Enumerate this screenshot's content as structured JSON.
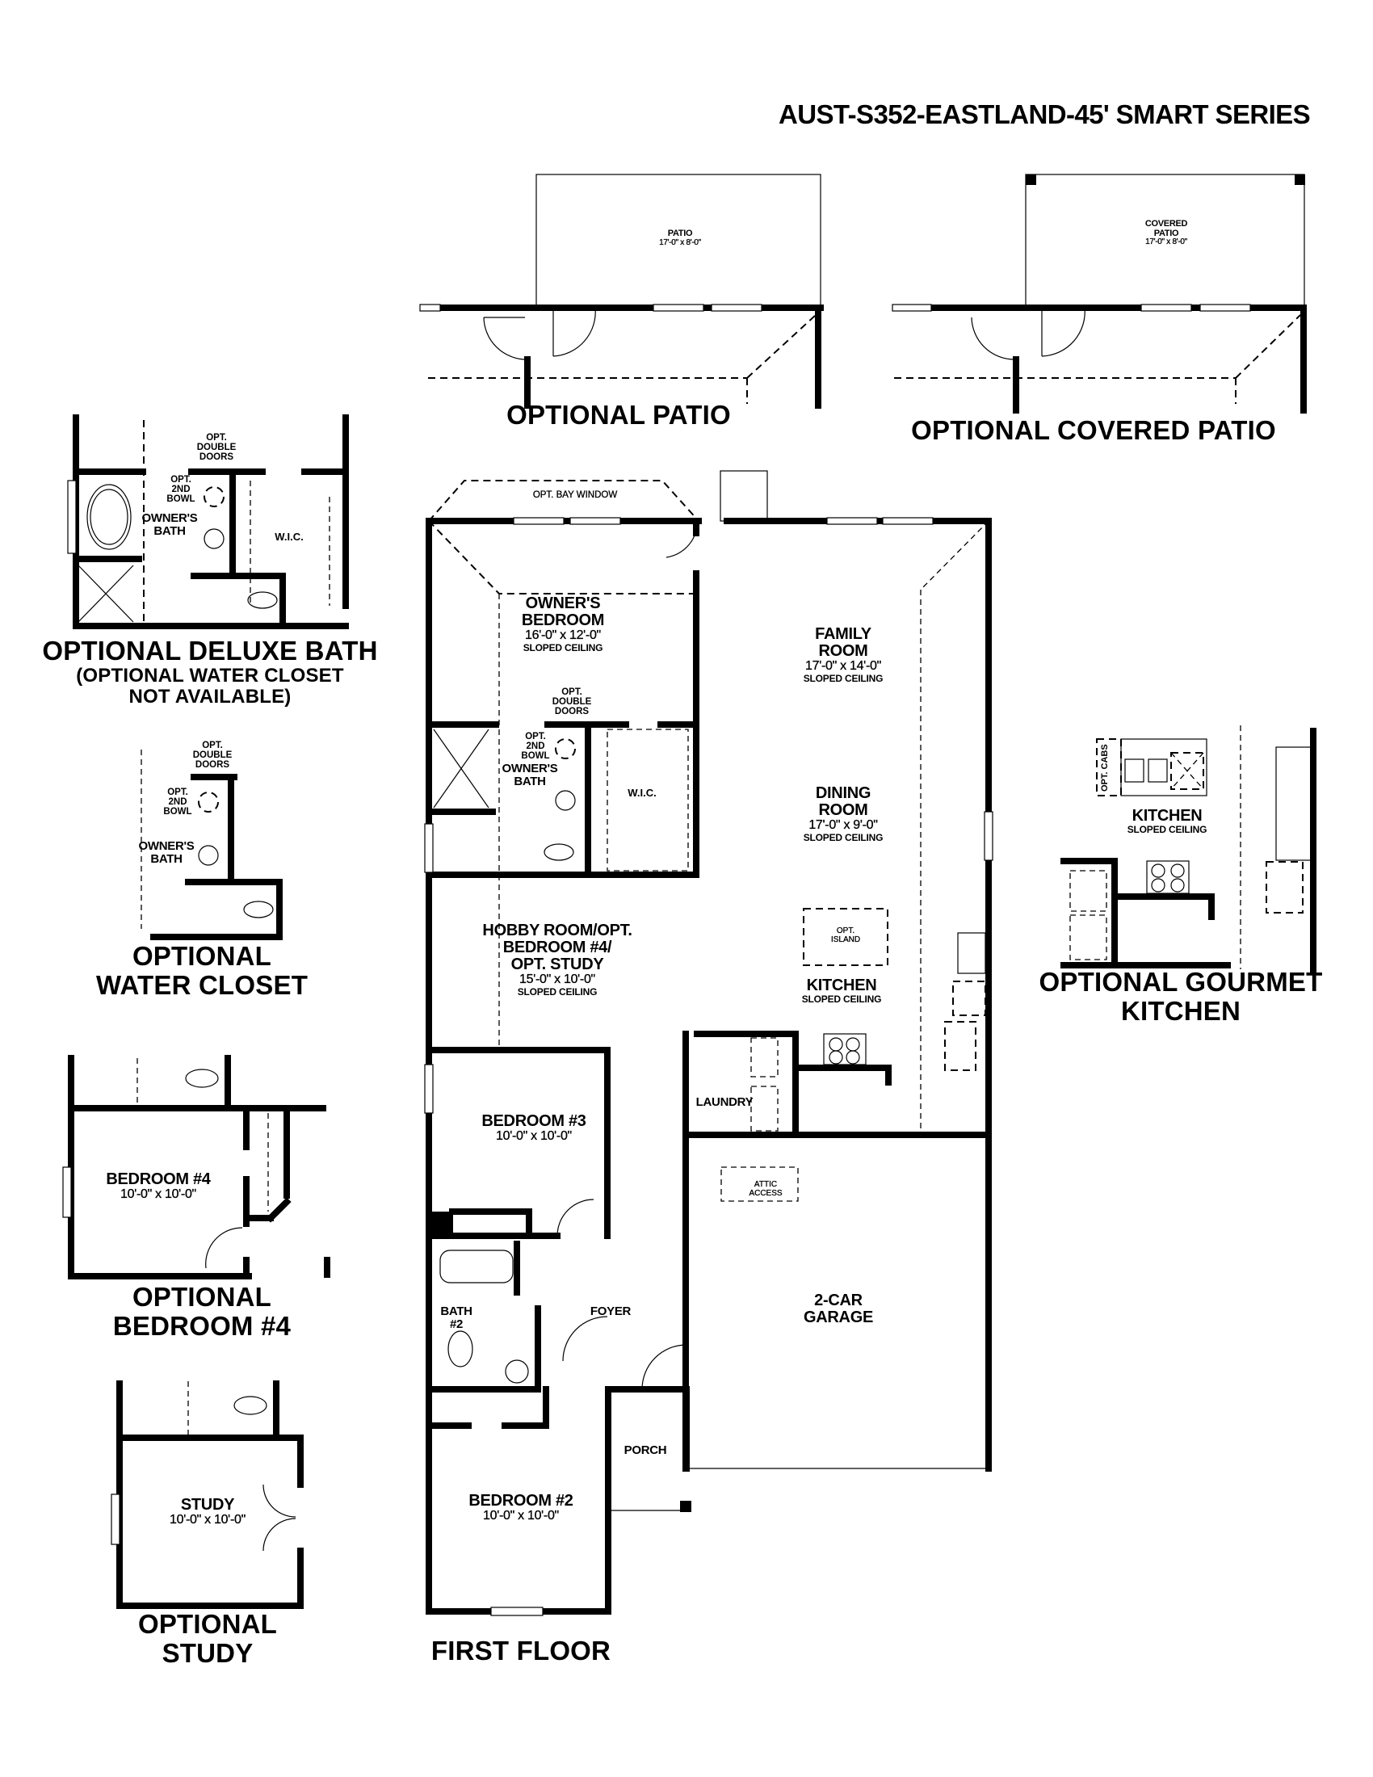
{
  "document": {
    "title": "AUST-S352-EASTLAND-45' SMART SERIES"
  },
  "first_floor": {
    "title": "FIRST FLOOR",
    "opt_bay_window": "OPT. BAY WINDOW",
    "rooms": {
      "owners_bedroom": {
        "name": "OWNER'S BEDROOM",
        "line1": "OWNER'S",
        "line2": "BEDROOM",
        "dim": "16'-0\" x 12'-0\"",
        "note": "SLOPED CEILING"
      },
      "family_room": {
        "line1": "FAMILY",
        "line2": "ROOM",
        "dim": "17'-0\" x 14'-0\"",
        "note": "SLOPED CEILING"
      },
      "dining_room": {
        "line1": "DINING",
        "line2": "ROOM",
        "dim": "17'-0\" x 9'-0\"",
        "note": "SLOPED CEILING"
      },
      "owners_bath": {
        "line1": "OWNER'S",
        "line2": "BATH"
      },
      "wic": {
        "name": "W.I.C."
      },
      "hobby_room": {
        "line1": "HOBBY ROOM/OPT.",
        "line2": "BEDROOM #4/",
        "line3": "OPT. STUDY",
        "dim": "15'-0\" x 10'-0\"",
        "note": "SLOPED CEILING"
      },
      "kitchen": {
        "name": "KITCHEN",
        "note": "SLOPED CEILING"
      },
      "opt_island": {
        "line1": "OPT.",
        "line2": "ISLAND"
      },
      "laundry": {
        "name": "LAUNDRY"
      },
      "bedroom_3": {
        "name": "BEDROOM #3",
        "dim": "10'-0\" x 10'-0\""
      },
      "bath_2": {
        "line1": "BATH",
        "line2": "#2"
      },
      "foyer": {
        "name": "FOYER"
      },
      "garage": {
        "line1": "2-CAR",
        "line2": "GARAGE"
      },
      "attic_access": {
        "line1": "ATTIC",
        "line2": "ACCESS"
      },
      "porch": {
        "name": "PORCH"
      },
      "bedroom_2": {
        "name": "BEDROOM #2",
        "dim": "10'-0\" x 10'-0\""
      }
    },
    "notes": {
      "opt_double_doors": {
        "line1": "OPT.",
        "line2": "DOUBLE",
        "line3": "DOORS"
      },
      "opt_2nd_bowl": {
        "line1": "OPT.",
        "line2": "2ND",
        "line3": "BOWL"
      }
    }
  },
  "optional_patio": {
    "title": "OPTIONAL PATIO",
    "room": {
      "name": "PATIO",
      "dim": "17'-0\" x 8'-0\""
    }
  },
  "optional_covered_patio": {
    "title": "OPTIONAL COVERED PATIO",
    "room": {
      "line1": "COVERED",
      "line2": "PATIO",
      "dim": "17'-0\" x 8'-0\""
    }
  },
  "optional_deluxe_bath": {
    "title": "OPTIONAL DELUXE BATH",
    "subtitle_line1": "(OPTIONAL WATER CLOSET",
    "subtitle_line2": "NOT AVAILABLE)",
    "owners_bath": {
      "line1": "OWNER'S",
      "line2": "BATH"
    },
    "wic": "W.I.C.",
    "opt_double_doors": {
      "line1": "OPT.",
      "line2": "DOUBLE",
      "line3": "DOORS"
    },
    "opt_2nd_bowl": {
      "line1": "OPT.",
      "line2": "2ND",
      "line3": "BOWL"
    }
  },
  "optional_water_closet": {
    "title_line1": "OPTIONAL",
    "title_line2": "WATER CLOSET",
    "owners_bath": {
      "line1": "OWNER'S",
      "line2": "BATH"
    },
    "opt_double_doors": {
      "line1": "OPT.",
      "line2": "DOUBLE",
      "line3": "DOORS"
    },
    "opt_2nd_bowl": {
      "line1": "OPT.",
      "line2": "2ND",
      "line3": "BOWL"
    }
  },
  "optional_gourmet_kitchen": {
    "title_line1": "OPTIONAL GOURMET",
    "title_line2": "KITCHEN",
    "kitchen": {
      "name": "KITCHEN",
      "note": "SLOPED CEILING"
    },
    "opt_cabs": "OPT. CABS"
  },
  "optional_bedroom_4": {
    "title_line1": "OPTIONAL",
    "title_line2": "BEDROOM #4",
    "room": {
      "name": "BEDROOM #4",
      "dim": "10'-0\" x 10'-0\""
    }
  },
  "optional_study": {
    "title_line1": "OPTIONAL",
    "title_line2": "STUDY",
    "room": {
      "name": "STUDY",
      "dim": "10'-0\" x 10'-0\""
    }
  }
}
